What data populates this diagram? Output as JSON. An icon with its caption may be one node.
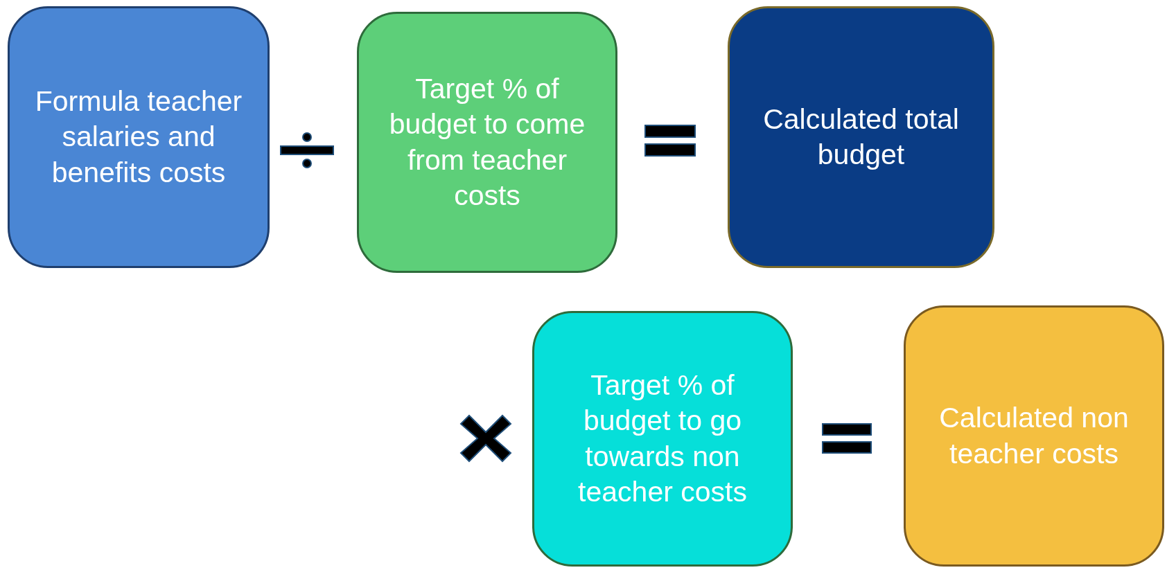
{
  "diagram": {
    "nodes": [
      {
        "text": [
          "Formula teacher salaries and benefits costs"
        ]
      },
      {
        "text": [
          "Target % of budget to come from teacher costs"
        ]
      },
      {
        "text": [
          "Calculated total budget"
        ]
      },
      {
        "text": [
          "Target % of budget to go towards non teacher costs"
        ]
      },
      {
        "text": [
          "Calculated non teacher costs"
        ]
      }
    ]
  }
}
